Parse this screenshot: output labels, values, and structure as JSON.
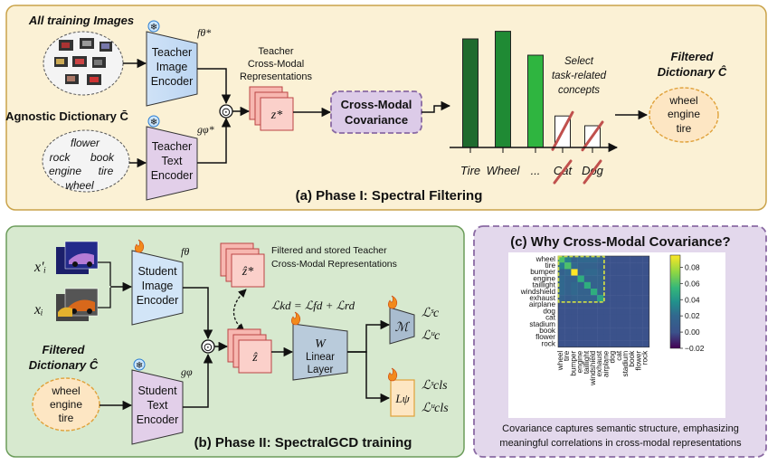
{
  "phase1": {
    "title": "(a) Phase I: Spectral Filtering",
    "all_training_images": "All training Images",
    "teacher_image_encoder": [
      "Teacher",
      "Image",
      "Encoder"
    ],
    "teacher_image_symbol": "fθ*",
    "agnostic_dictionary": "Agnostic Dictionary C̄",
    "dictionary_words": [
      [
        "flower"
      ],
      [
        "rock",
        "book"
      ],
      [
        "engine",
        "tire"
      ],
      [
        "wheel"
      ]
    ],
    "teacher_text_encoder": [
      "Teacher",
      "Text",
      "Encoder"
    ],
    "teacher_text_symbol": "gφ*",
    "combine_symbol": "⊙",
    "teacher_reps_label": [
      "Teacher",
      "Cross-Modal",
      "Representations"
    ],
    "z_star": "z*",
    "covariance_box": [
      "Cross-Modal",
      "Covariance"
    ],
    "select_label": [
      "Select",
      "task-related",
      "concepts"
    ],
    "filtered_dictionary_label": [
      "Filtered",
      "Dictionary Ĉ"
    ],
    "filtered_words": [
      "wheel",
      "engine",
      "tire"
    ]
  },
  "bar_chart": {
    "type": "bar",
    "categories": [
      "Tire",
      "Wheel",
      "...",
      "Cat",
      "Dog"
    ],
    "values": [
      1.0,
      1.07,
      0.85,
      0.29,
      0.2
    ],
    "selected": [
      true,
      true,
      true,
      false,
      false
    ],
    "colors": [
      "#1e6b2e",
      "#1f8a34",
      "#2fb540",
      "#ffffff",
      "#ffffff"
    ],
    "strike_color": "#c0504d"
  },
  "phase2": {
    "title": "(b) Phase II: SpectralGCD training",
    "x_prime": "x'ᵢ",
    "x": "xᵢ",
    "student_image_encoder": [
      "Student",
      "Image",
      "Encoder"
    ],
    "student_image_symbol": "fθ",
    "filtered_dictionary_label": [
      "Filtered",
      "Dictionary Ĉ"
    ],
    "filtered_words": [
      "wheel",
      "engine",
      "tire"
    ],
    "student_text_encoder": [
      "Student",
      "Text",
      "Encoder"
    ],
    "student_text_symbol": "gφ",
    "stored_reps_label": [
      "Filtered and stored Teacher",
      "Cross-Modal Representations"
    ],
    "z_hat_star": "ẑ*",
    "z_hat": "ẑ",
    "loss_kd": "ℒkd = ℒfd + ℒrd",
    "linear_layer_symbol": "W",
    "linear_layer": [
      "Linear",
      "Layer"
    ],
    "M_symbol": "ℳ",
    "L_psi": "Lψ",
    "losses_c": [
      "ℒˢc",
      "ℒᵘc"
    ],
    "losses_cls": [
      "ℒˢcls",
      "ℒᵘcls"
    ]
  },
  "panel_c": {
    "title": "(c) Why Cross-Modal Covariance?",
    "caption": [
      "Covariance captures semantic structure, emphasizing",
      "meaningful correlations in cross-modal representations"
    ]
  },
  "heatmap": {
    "type": "heatmap",
    "labels": [
      "wheel",
      "tire",
      "bumper",
      "engine",
      "taillight",
      "windshield",
      "exhaust",
      "airplane",
      "dog",
      "cat",
      "stadium",
      "book",
      "flower",
      "rock"
    ],
    "colorbar_ticks": [
      "0.08",
      "0.06",
      "0.04",
      "0.02",
      "0.00",
      "−0.02"
    ],
    "vmin": -0.02,
    "vmax": 0.095,
    "matrix": [
      [
        0.06,
        0.03,
        0.015,
        0.02,
        0.02,
        0.02,
        0.015,
        0,
        0,
        0,
        0,
        0,
        0,
        0
      ],
      [
        0.03,
        0.06,
        0.02,
        0.015,
        0.015,
        0.015,
        0.01,
        0,
        0,
        0,
        0,
        0,
        0,
        0
      ],
      [
        0.015,
        0.02,
        0.095,
        0.015,
        0.02,
        0.02,
        0.015,
        0,
        0,
        0,
        0,
        0,
        0,
        0
      ],
      [
        0.02,
        0.015,
        0.015,
        0.05,
        0.015,
        0.015,
        0.015,
        0,
        0,
        0,
        0,
        0,
        0,
        0
      ],
      [
        0.02,
        0.015,
        0.02,
        0.015,
        0.05,
        0.015,
        0.015,
        0,
        0,
        0,
        0,
        0,
        0,
        0
      ],
      [
        0.02,
        0.015,
        0.02,
        0.015,
        0.015,
        0.05,
        0.015,
        0,
        0,
        0,
        0,
        0,
        0,
        0
      ],
      [
        0.015,
        0.01,
        0.015,
        0.015,
        0.015,
        0.015,
        0.045,
        0,
        0,
        0,
        0,
        0,
        0,
        0
      ],
      [
        0,
        0,
        0,
        0,
        0,
        0,
        0,
        0,
        0,
        0,
        0,
        0,
        0,
        0
      ],
      [
        0,
        0,
        0,
        0,
        0,
        0,
        0,
        0,
        0,
        0,
        0,
        0,
        0,
        0
      ],
      [
        0,
        0,
        0,
        0,
        0,
        0,
        0,
        0,
        0,
        0,
        0,
        0,
        0,
        0
      ],
      [
        0,
        0,
        0,
        0,
        0,
        0,
        0,
        0,
        0,
        0,
        0,
        0,
        0,
        0
      ],
      [
        0,
        0,
        0,
        0,
        0,
        0,
        0,
        0,
        0,
        0,
        0,
        0,
        0,
        0
      ],
      [
        0,
        0,
        0,
        0,
        0,
        0,
        0,
        0,
        0,
        0,
        0,
        0,
        0,
        0
      ],
      [
        0,
        0,
        0,
        0,
        0,
        0,
        0,
        0,
        0,
        0,
        0,
        0,
        0,
        0
      ]
    ]
  }
}
